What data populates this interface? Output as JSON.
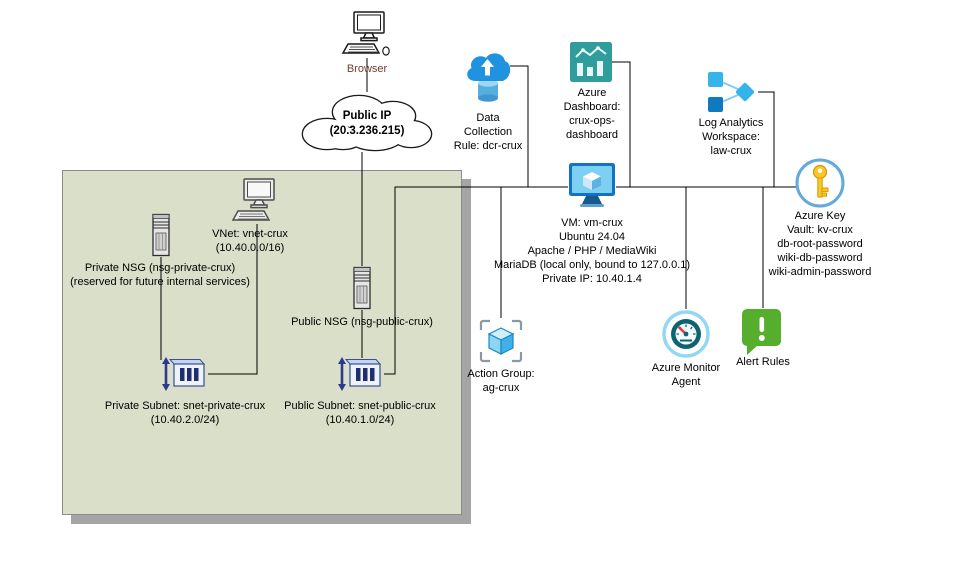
{
  "nodes": {
    "browser": {
      "lines": [
        "Browser"
      ]
    },
    "public_ip": {
      "lines": [
        "Public IP",
        "(20.3.236.215)"
      ]
    },
    "vnet": {
      "lines": [
        "VNet: vnet-crux",
        "(10.40.0.0/16)"
      ]
    },
    "private_nsg": {
      "lines": [
        "Private NSG (nsg-private-crux)",
        "(reserved for future internal services)"
      ]
    },
    "public_nsg": {
      "lines": [
        "Public NSG (nsg-public-crux)"
      ]
    },
    "private_subnet": {
      "lines": [
        "Private Subnet: snet-private-crux",
        "(10.40.2.0/24)"
      ]
    },
    "public_subnet": {
      "lines": [
        "Public Subnet: snet-public-crux",
        "(10.40.1.0/24)"
      ]
    },
    "data_collection_rule": {
      "lines": [
        "Data",
        "Collection",
        "Rule: dcr-crux"
      ]
    },
    "azure_dashboard": {
      "lines": [
        "Azure",
        "Dashboard:",
        "crux-ops-",
        "dashboard"
      ]
    },
    "log_analytics": {
      "lines": [
        "Log Analytics",
        "Workspace:",
        "law-crux"
      ]
    },
    "vm": {
      "lines": [
        "VM: vm-crux",
        "Ubuntu 24.04",
        "Apache / PHP / MediaWiki",
        "MariaDB (local only, bound to 127.0.0.1)",
        "Private IP: 10.40.1.4"
      ]
    },
    "key_vault": {
      "lines": [
        "Azure Key",
        "Vault: kv-crux",
        "db-root-password",
        "wiki-db-password",
        "wiki-admin-password"
      ]
    },
    "action_group": {
      "lines": [
        "Action Group:",
        "ag-crux"
      ]
    },
    "monitor_agent": {
      "lines": [
        "Azure Monitor",
        "Agent"
      ]
    },
    "alert_rules": {
      "lines": [
        "Alert Rules"
      ]
    }
  },
  "icons": {
    "browser": "desktop-computer-icon",
    "public_ip": "cloud-shape-icon",
    "vnet": "workstation-icon",
    "private_nsg": "server-tower-icon",
    "public_nsg": "server-tower-icon",
    "private_subnet": "subnet-box-icon",
    "public_subnet": "subnet-box-icon",
    "data_collection_rule": "cloud-upload-database-icon",
    "azure_dashboard": "dashboard-chart-icon",
    "log_analytics": "connected-nodes-icon",
    "vm": "azure-vm-icon",
    "key_vault": "key-in-circle-icon",
    "action_group": "cube-brackets-icon",
    "monitor_agent": "gauge-icon",
    "alert_rules": "alert-bubble-icon"
  },
  "edges": [
    {
      "from": "browser",
      "to": "public_ip"
    },
    {
      "from": "public_ip",
      "to": "public_nsg"
    },
    {
      "from": "public_nsg",
      "to": "public_subnet"
    },
    {
      "from": "vnet",
      "to": "private_subnet"
    },
    {
      "from": "private_nsg",
      "to": "private_subnet"
    },
    {
      "from": "vm",
      "to": "public_subnet"
    },
    {
      "from": "data_collection_rule",
      "to": "vm"
    },
    {
      "from": "azure_dashboard",
      "to": "vm"
    },
    {
      "from": "log_analytics",
      "to": "vm"
    },
    {
      "from": "vm",
      "to": "key_vault"
    },
    {
      "from": "action_group",
      "to": "vm"
    },
    {
      "from": "monitor_agent",
      "to": "vm"
    },
    {
      "from": "alert_rules",
      "to": "vm"
    }
  ],
  "colors": {
    "vnet_fill": "#d9dfc9",
    "vnet_shadow": "#a5a5a5",
    "connector": "#000000",
    "azure_blue": "#1f93e0",
    "dashboard_teal": "#2f9d9b",
    "alert_green": "#56ae2e",
    "key_yellow": "#ffc425",
    "browser_label": "#6b4036"
  }
}
